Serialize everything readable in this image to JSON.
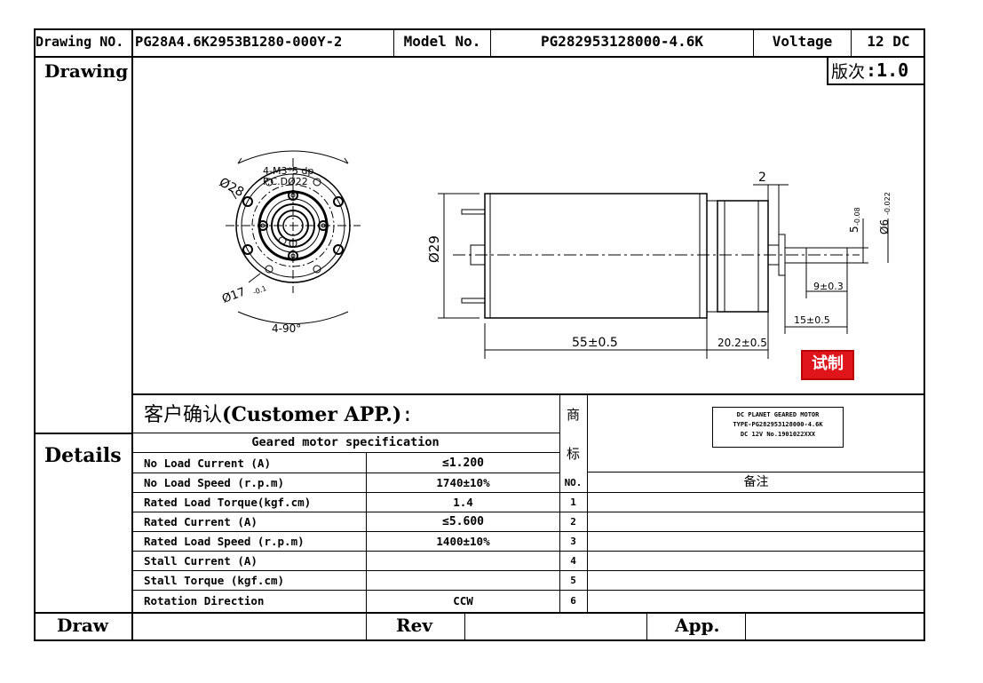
{
  "header": {
    "drawing_no_label": "Drawing NO.",
    "drawing_no": "PG28A4.6K2953B1280-000Y-2",
    "model_no_label": "Model No.",
    "model_no": "PG282953128000-4.6K",
    "voltage_label": "Voltage",
    "voltage": "12 DC"
  },
  "drawing": {
    "section_label": "Drawing",
    "version_label": "版次",
    "version": ":1.0",
    "stamp": "试制",
    "dimensions": {
      "front_outer_dia": "Ø28",
      "holes": "4-M3*5 dp",
      "pcd": "P.C.DØ22",
      "boss_dia": "Ø17",
      "boss_tol": "-0.1",
      "angle": "4-90°",
      "body_dia": "Ø29",
      "shaft_flat": "5",
      "shaft_flat_tol": "-0.08",
      "shaft_dia": "Ø6",
      "shaft_dia_tol": "-0.022",
      "shoulder": "2",
      "flat_len": "9±0.3",
      "shaft_len": "15±0.5",
      "motor_len": "55±0.5",
      "gearbox_len": "20.2±0.5"
    },
    "nameplate": {
      "line1": "DC PLANET GEARED MOTOR",
      "line2": "TYPE-PG282953128000-4.6K",
      "line3": "DC 12V    No.1901022XXX"
    }
  },
  "customer": {
    "label_cn": "客户确认",
    "label_en": "(Customer APP.)",
    "suffix": ":",
    "trademark": [
      "商",
      "标"
    ]
  },
  "details": {
    "section_label": "Details",
    "spec_title": "Geared motor specification",
    "rows": [
      {
        "name": "No Load Current   (A)",
        "value": "≤1.200"
      },
      {
        "name": "No Load Speed    (r.p.m)",
        "value": "1740±10%"
      },
      {
        "name": "Rated Load Torque(kgf.cm)",
        "value": "1.4"
      },
      {
        "name": "Rated Current    (A)",
        "value": "≤5.600"
      },
      {
        "name": "Rated Load Speed (r.p.m)",
        "value": "1400±10%"
      },
      {
        "name": "Stall Current    (A)",
        "value": ""
      },
      {
        "name": "Stall Torque    (kgf.cm)",
        "value": ""
      },
      {
        "name": "Rotation Direction",
        "value": "CCW"
      }
    ],
    "remarks_no_label": "NO.",
    "remarks_label": "备注",
    "remark_numbers": [
      "1",
      "2",
      "3",
      "4",
      "5",
      "6"
    ]
  },
  "footer": {
    "draw_label": "Draw",
    "rev_label": "Rev",
    "app_label": "App."
  }
}
